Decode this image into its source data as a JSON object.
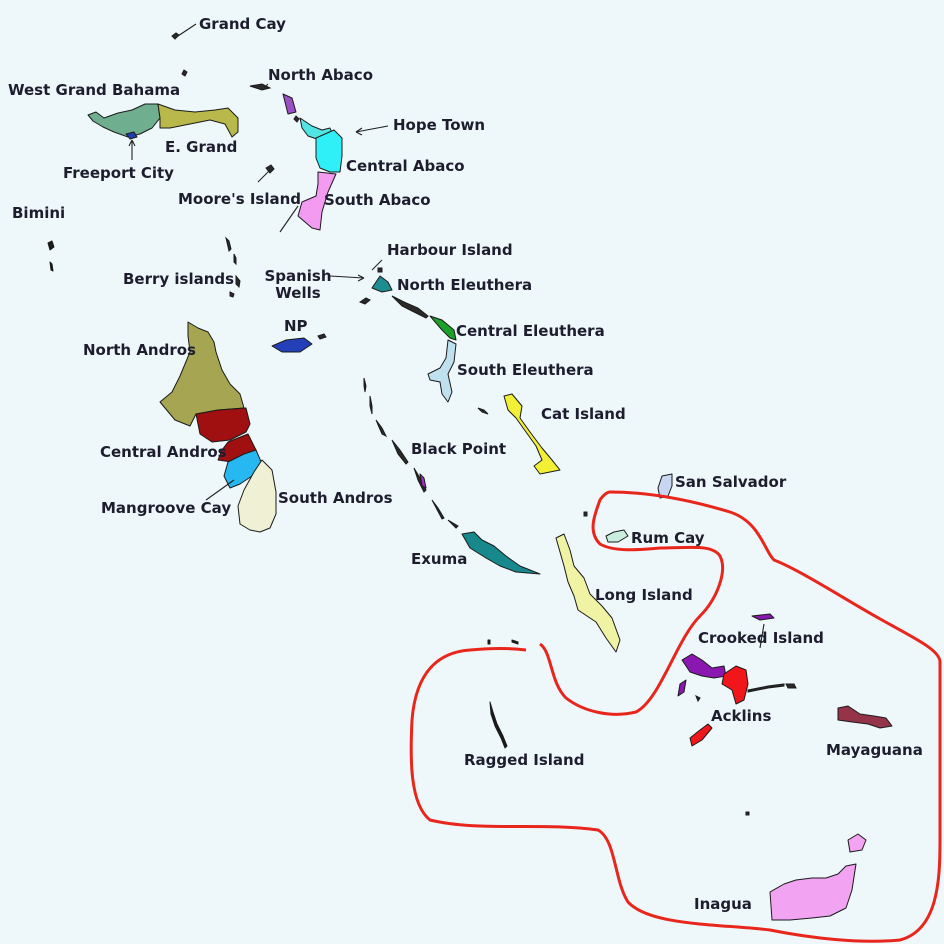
{
  "map": {
    "title": "",
    "labels": {
      "grand_cay": "Grand Cay",
      "north_abaco": "North Abaco",
      "west_grand_bahama": "West Grand Bahama",
      "hope_town": "Hope Town",
      "e_grand": "E. Grand",
      "central_abaco": "Central Abaco",
      "freeport_city": "Freeport City",
      "moores_island": "Moore's Island",
      "south_abaco": "South Abaco",
      "bimini": "Bimini",
      "harbour_island": "Harbour Island",
      "berry_islands": "Berry islands",
      "spanish_wells": "Spanish Wells",
      "north_eleuthera": "North Eleuthera",
      "np": "NP",
      "central_eleuthera": "Central Eleuthera",
      "north_andros": "North Andros",
      "south_eleuthera": "South Eleuthera",
      "cat_island": "Cat Island",
      "black_point": "Black Point",
      "central_andros": "Central Andros",
      "san_salvador": "San Salvador",
      "south_andros": "South Andros",
      "mangroove_cay": "Mangroove Cay",
      "rum_cay": "Rum Cay",
      "exuma": "Exuma",
      "long_island": "Long Island",
      "crooked_island": "Crooked Island",
      "acklins": "Acklins",
      "mayaguana": "Mayaguana",
      "ragged_island": "Ragged Island",
      "inagua": "Inagua"
    },
    "colors": {
      "background": "#eef8fb",
      "highlight_outline": "#e8261c",
      "west_grand_bahama": "#6fae8e",
      "e_grand": "#b9b84a",
      "freeport_city": "#1f3fb0",
      "north_abaco": "#9b4fc4",
      "hope_town": "#52e3e3",
      "central_abaco": "#2ef0f6",
      "south_abaco": "#f39bf0",
      "bimini": "#1a1a1a",
      "berry_islands": "#1a1a1a",
      "np": "#2340b8",
      "north_andros": "#a5a552",
      "central_andros": "#a01010",
      "mangroove_cay": "#27b8f2",
      "south_andros": "#f0f1d4",
      "harbour_island": "#d8c05a",
      "north_eleuthera": "#1d8d91",
      "central_eleuthera": "#1ba12a",
      "south_eleuthera": "#bfe0ee",
      "cat_island": "#f3ef36",
      "black_point": "#9f2ec0",
      "exuma": "#17888c",
      "san_salvador": "#c8d6f2",
      "rum_cay": "#c9eee0",
      "long_island": "#f0f2a4",
      "crooked_island": "#8a17b0",
      "acklins": "#f0161a",
      "mayaguana": "#953448",
      "ragged_island": "#1a1a1a",
      "inagua": "#f2a3f1"
    }
  }
}
